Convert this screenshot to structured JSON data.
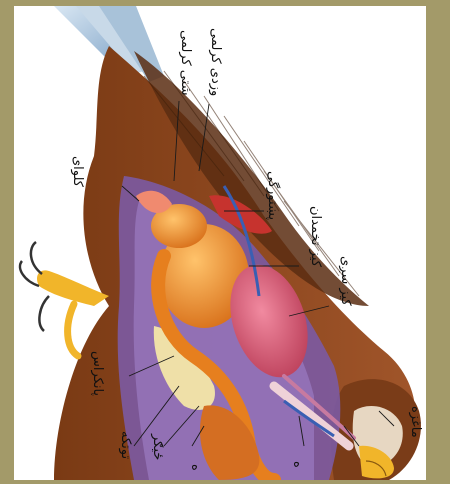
{
  "diagram": {
    "labels": {
      "vidi_kolmi": "وزدی کرلمی",
      "shati_kolmi": "شتی کرلمی",
      "kolavi": "کلوای",
      "pinshtorgi": "پښتورگی",
      "kiz_tokhmdan": "کیز تخمدان",
      "kiz_sazhi": "کیز سږی",
      "pankras": "پانکراس",
      "zigar": "ځيګر",
      "tutka": "توتکه",
      "maghzah": "ماغزه",
      "sa": "ه",
      "se": "ه"
    }
  },
  "colors": {
    "background": "#a39a69",
    "panel": "#ffffff",
    "feathers_dark": "#6b3a1f",
    "feathers_mid": "#8a4a22",
    "organ_orange": "#e98a2a",
    "organ_pink": "#d8566f",
    "organ_purple": "#7d5aa8",
    "talon_yellow": "#f1b52a",
    "wing_blue": "#b8cfe0"
  }
}
